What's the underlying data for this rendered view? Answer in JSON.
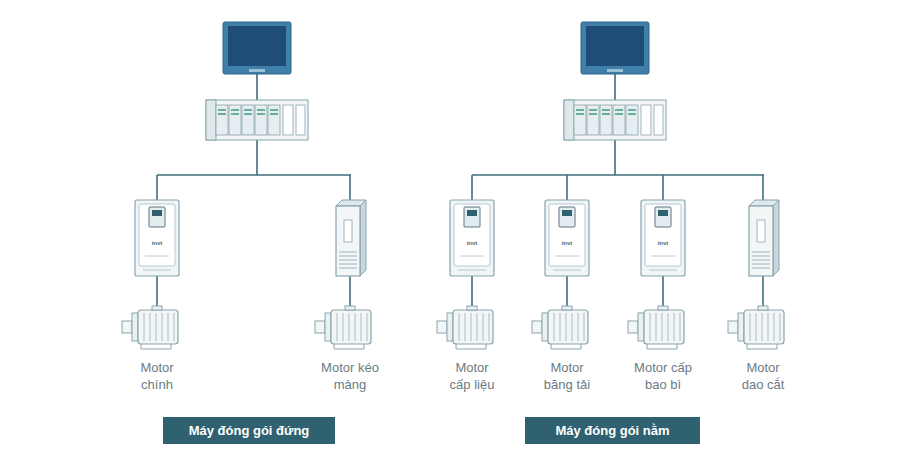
{
  "diagram": {
    "nodes": [
      {
        "text": [
          "Máy đóng gói đứng"
        ]
      },
      {
        "text": [
          "Máy đóng gói nằm"
        ]
      }
    ],
    "labels": [
      "invt",
      "invt",
      "invt",
      "invt",
      "Motor chính",
      "Motor kéo màng",
      "Motor cấp liệu",
      "Motor băng tải",
      "Motor cấp bao bì",
      "Motor dao cắt"
    ]
  }
}
